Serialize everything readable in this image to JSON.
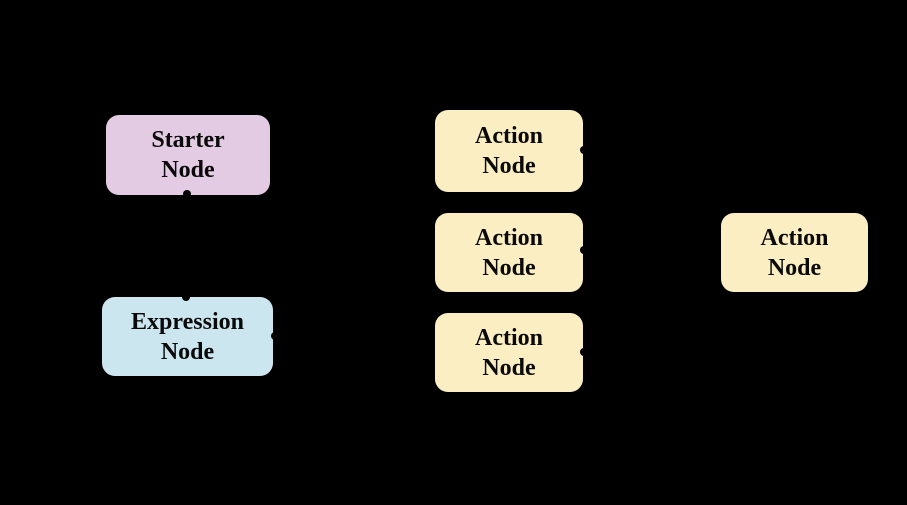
{
  "canvas": {
    "background_color": "#000000"
  },
  "colors": {
    "starter_node_fill": "#e2cbe3",
    "expression_node_fill": "#cce6ef",
    "action_node_fill": "#fbeec3",
    "node_text": "#0a0a0a",
    "connector": "#000000"
  },
  "nodes": {
    "starter": {
      "line1": "Starter",
      "line2": "Node"
    },
    "expression": {
      "line1": "Expression",
      "line2": "Node"
    },
    "action_1": {
      "line1": "Action",
      "line2": "Node"
    },
    "action_2": {
      "line1": "Action",
      "line2": "Node"
    },
    "action_3": {
      "line1": "Action",
      "line2": "Node"
    },
    "action_right": {
      "line1": "Action",
      "line2": "Node"
    }
  }
}
